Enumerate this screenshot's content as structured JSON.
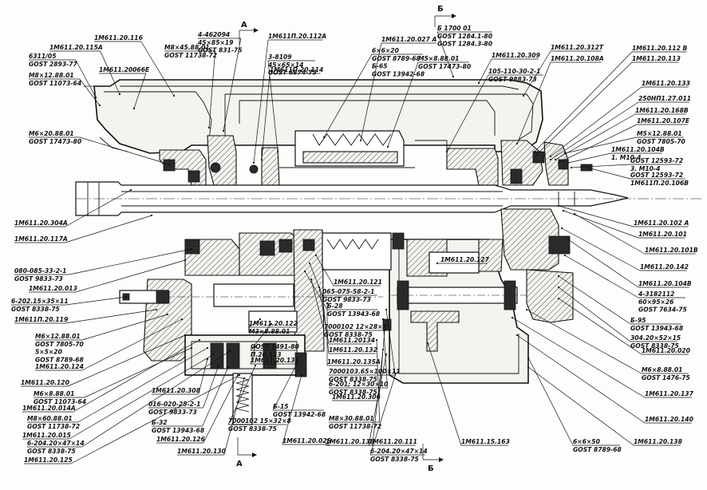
{
  "labels": [
    {
      "id": "l1",
      "lines": [
        "1M611.20.116"
      ]
    },
    {
      "id": "l2",
      "lines": [
        "1M611.20.115A"
      ]
    },
    {
      "id": "l3",
      "lines": [
        "6311/05",
        "GOST 2893-77"
      ]
    },
    {
      "id": "l4",
      "lines": [
        "M8×12.88.01",
        "GOST 11073-64"
      ]
    },
    {
      "id": "l5",
      "lines": [
        "1M611.20066E"
      ]
    },
    {
      "id": "l6",
      "lines": [
        "M8×45.88.01",
        "GOST 11738-72"
      ]
    },
    {
      "id": "l7",
      "lines": [
        "4-462094",
        "45×85×19",
        "GOST 831-75"
      ]
    },
    {
      "id": "l8",
      "lines": [
        "1M611П.20.112A"
      ]
    },
    {
      "id": "l9",
      "lines": [
        "3-8109",
        "45×65×14",
        "GOST 6874-75"
      ]
    },
    {
      "id": "l10",
      "lines": [
        "1M611П.20.114"
      ]
    },
    {
      "id": "l11",
      "lines": [
        "1M611.20.027 A"
      ]
    },
    {
      "id": "l12",
      "lines": [
        "Б 1700 01",
        "GOST 1284.1-80",
        "GOST 1284.3-80"
      ]
    },
    {
      "id": "l13",
      "lines": [
        "6×6×20",
        "GOST 8789-68",
        "Б-65",
        "GOST 13942-68"
      ]
    },
    {
      "id": "l14",
      "lines": [
        "M5×8.88.01",
        "GOST 17473-80"
      ]
    },
    {
      "id": "l15",
      "lines": [
        "1M611.20.309"
      ]
    },
    {
      "id": "l16",
      "lines": [
        "105-110-30-2-1",
        "GOST 9883-73"
      ]
    },
    {
      "id": "l17",
      "lines": [
        "1M611.20.312T"
      ]
    },
    {
      "id": "l18",
      "lines": [
        "1M611.20.108A"
      ]
    },
    {
      "id": "l19",
      "lines": [
        "1M611.20.112 B"
      ]
    },
    {
      "id": "l20",
      "lines": [
        "1M611.20.113"
      ]
    },
    {
      "id": "l21",
      "lines": [
        "1M611.20.133"
      ]
    },
    {
      "id": "l22",
      "lines": [
        "250HП1.27.011"
      ]
    },
    {
      "id": "l23",
      "lines": [
        "1M611.20.168B"
      ]
    },
    {
      "id": "l24",
      "lines": [
        "1M611.20.107E"
      ]
    },
    {
      "id": "l25",
      "lines": [
        "M5×12.88.01",
        "GOST 7805-70"
      ]
    },
    {
      "id": "l26",
      "lines": [
        "1M611.20.104B",
        "1. M10-4"
      ]
    },
    {
      "id": "l27",
      "lines": [
        "GOST 12593-72",
        "3. M10-4"
      ]
    },
    {
      "id": "l28",
      "lines": [
        "GOST 12593-72",
        "1M611П.20.106B"
      ]
    },
    {
      "id": "l29",
      "lines": [
        "M6×20.88.01",
        "GOST 17473-80"
      ]
    },
    {
      "id": "l30",
      "lines": [
        "1M611.20.304A"
      ]
    },
    {
      "id": "l31",
      "lines": [
        "1M611.20.117A"
      ]
    },
    {
      "id": "l32",
      "lines": [
        "080-085-33-2-1",
        "GOST 9833-73"
      ]
    },
    {
      "id": "l33",
      "lines": [
        "1M611.20.013"
      ]
    },
    {
      "id": "l34",
      "lines": [
        "6-202.15×35×11",
        "GOST 8338-75"
      ]
    },
    {
      "id": "l35",
      "lines": [
        "1M611П.20.119"
      ]
    },
    {
      "id": "l36",
      "lines": [
        "M6×12.88.01",
        "GOST 7805-70",
        "5×5×20",
        "GOST 8789-68"
      ]
    },
    {
      "id": "l37",
      "lines": [
        "1M611.20.124"
      ]
    },
    {
      "id": "l38",
      "lines": [
        "1M611.20.120"
      ]
    },
    {
      "id": "l39",
      "lines": [
        "M6×8.88.01",
        "GOST 11073-64"
      ]
    },
    {
      "id": "l40",
      "lines": [
        "1M611.20.014A"
      ]
    },
    {
      "id": "l41",
      "lines": [
        "M8×60.88.01",
        "GOST 11738-72"
      ]
    },
    {
      "id": "l42",
      "lines": [
        "1M611.20.015"
      ]
    },
    {
      "id": "l43",
      "lines": [
        "6-204.20×47×14",
        "GOST 8338-75"
      ]
    },
    {
      "id": "l44",
      "lines": [
        "1M611.20.125"
      ]
    },
    {
      "id": "l45",
      "lines": [
        "1M611.20.308"
      ]
    },
    {
      "id": "l46",
      "lines": [
        "016-020-25-2-1",
        "GOST 9833-73"
      ]
    },
    {
      "id": "l47",
      "lines": [
        "Б-32",
        "GOST 13943-68"
      ]
    },
    {
      "id": "l48",
      "lines": [
        "1M611.20.126"
      ]
    },
    {
      "id": "l49",
      "lines": [
        "1M611.20.130"
      ]
    },
    {
      "id": "l50",
      "lines": [
        "7000102 15×32×8",
        "GOST 8338-75"
      ]
    },
    {
      "id": "l51",
      "lines": [
        "Б-15",
        "GOST 13942-68"
      ]
    },
    {
      "id": "l52",
      "lines": [
        "1M611.20.025"
      ]
    },
    {
      "id": "l53",
      "lines": [
        "1M611.20.122",
        "M3×8.88.01"
      ]
    },
    {
      "id": "l54",
      "lines": [
        "GOST 1491-80",
        "П.20.123"
      ]
    },
    {
      "id": "l55",
      "lines": [
        "1M611.20.131"
      ]
    },
    {
      "id": "l56",
      "lines": [
        "1M611.20.121"
      ]
    },
    {
      "id": "l57",
      "lines": [
        "065-075-58-2-1",
        "GOST 9833-73"
      ]
    },
    {
      "id": "l58",
      "lines": [
        "Б-28",
        "GOST 13943-68"
      ]
    },
    {
      "id": "l59",
      "lines": [
        "7000102 12×28×7",
        "GOST 8338-75"
      ]
    },
    {
      "id": "l60",
      "lines": [
        "1M611.20134"
      ]
    },
    {
      "id": "l61",
      "lines": [
        "1M611.20.132"
      ]
    },
    {
      "id": "l62",
      "lines": [
        "1M611.20.135A"
      ]
    },
    {
      "id": "l63",
      "lines": [
        "7000103.65×100×11",
        "GOST 8338-75"
      ]
    },
    {
      "id": "l64",
      "lines": [
        "6-201; 12×30×10",
        "GOST 8338-75"
      ]
    },
    {
      "id": "l65",
      "lines": [
        "1M611.20.306"
      ]
    },
    {
      "id": "l66",
      "lines": [
        "M8×30.88.01",
        "GOST 11738-72"
      ]
    },
    {
      "id": "l67",
      "lines": [
        "1M611.20.136"
      ]
    },
    {
      "id": "l68",
      "lines": [
        "1M611.20.111"
      ]
    },
    {
      "id": "l69",
      "lines": [
        "6-204.20×47×14",
        "GOST 8338-75"
      ]
    },
    {
      "id": "l70",
      "lines": [
        "1M611.15.163"
      ]
    },
    {
      "id": "l71",
      "lines": [
        "1M611.20.127"
      ]
    },
    {
      "id": "l72",
      "lines": [
        "1M611.20.102 A"
      ]
    },
    {
      "id": "l73",
      "lines": [
        "1M611.20.101"
      ]
    },
    {
      "id": "l74",
      "lines": [
        "1M611.20.101B"
      ]
    },
    {
      "id": "l75",
      "lines": [
        "1M611.20.142"
      ]
    },
    {
      "id": "l76",
      "lines": [
        "1M611.20.104B"
      ]
    },
    {
      "id": "l77",
      "lines": [
        "4-3182112",
        "60×95×26",
        "GOST 7634-75"
      ]
    },
    {
      "id": "l78",
      "lines": [
        "Б-95",
        "GOST 13943-68"
      ]
    },
    {
      "id": "l79",
      "lines": [
        "304.20×52×15",
        "GOST 8338-75"
      ]
    },
    {
      "id": "l80",
      "lines": [
        "1M611.20.020"
      ]
    },
    {
      "id": "l81",
      "lines": [
        "M6×8.88.01",
        "GOST 1476-75"
      ]
    },
    {
      "id": "l82",
      "lines": [
        "1M611.20.137"
      ]
    },
    {
      "id": "l83",
      "lines": [
        "1M611.20.140"
      ]
    },
    {
      "id": "l84",
      "lines": [
        "6×6×50",
        "GOST 8789-68"
      ]
    },
    {
      "id": "l85",
      "lines": [
        "1M611.20.138"
      ]
    }
  ],
  "sections": {
    "a_top": "A",
    "a_bottom": "A",
    "b_top": "Б",
    "b_bottom": "Б"
  }
}
